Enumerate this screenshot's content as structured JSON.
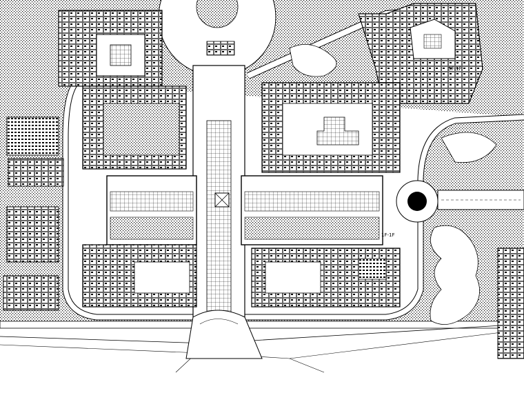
{
  "drawing": {
    "type": "site-master-plan",
    "colors": {
      "line": "#000000",
      "paper": "#ffffff",
      "hatch": "#000000"
    },
    "labels": {
      "block_a": "5F-1F",
      "block_b": "1F-1F"
    }
  }
}
